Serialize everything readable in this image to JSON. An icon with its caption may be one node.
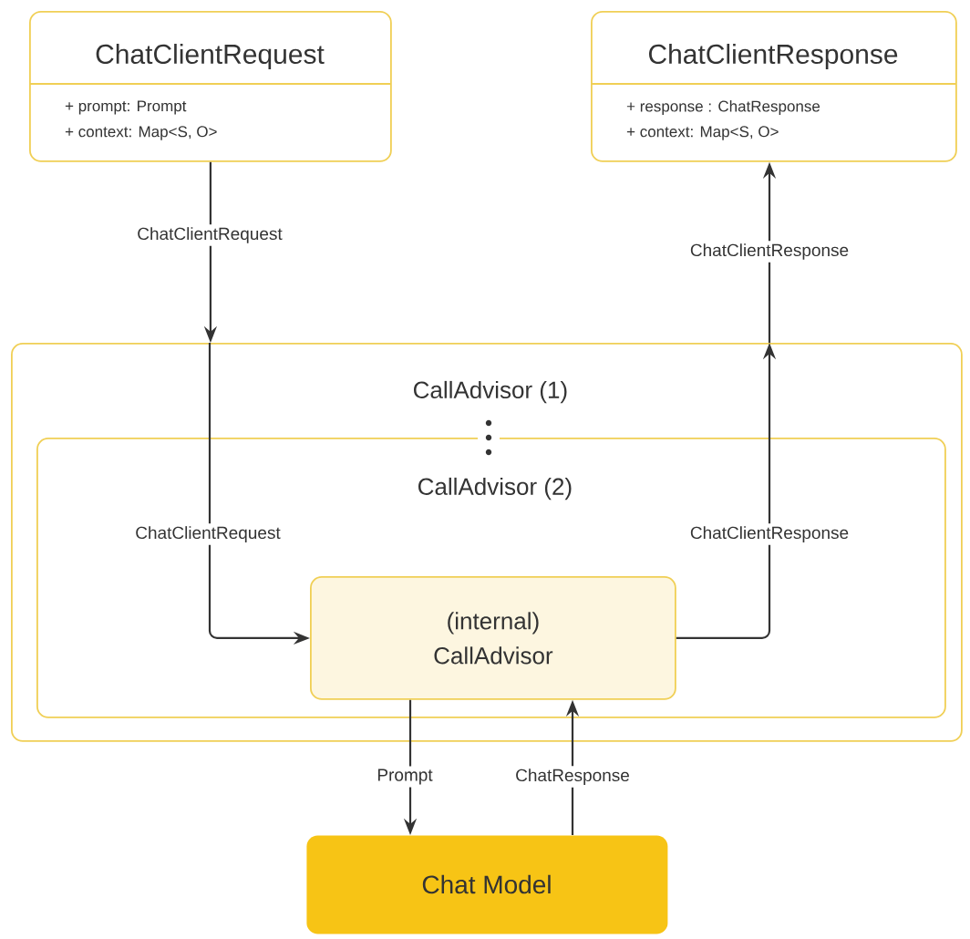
{
  "diagram": {
    "nodes": [
      {
        "text": [
          "ChatClientRequest",
          "+ prompt: Prompt",
          "+ context: Map<S, O>"
        ]
      },
      {
        "text": [
          "ChatClientResponse",
          "+ response : ChatResponse",
          "+ context: Map<S, O>"
        ]
      },
      {
        "text": [
          "CallAdvisor (1)"
        ]
      },
      {
        "text": [
          "CallAdvisor (2)"
        ],
        "in": 2
      },
      {
        "text": [
          "(internal) CallAdvisor"
        ],
        "in": 3
      },
      {
        "text": [
          "Chat Model"
        ]
      }
    ],
    "edges": [
      {
        "from": 0,
        "to": 2,
        "arrow": "to",
        "label": "ChatClientRequest"
      },
      {
        "from": 2,
        "to": 4,
        "arrow": "to",
        "label": "ChatClientRequest"
      },
      {
        "from": 4,
        "to": 2,
        "arrow": "to",
        "label": "ChatClientResponse"
      },
      {
        "from": 2,
        "to": 1,
        "arrow": "to",
        "label": "ChatClientResponse"
      },
      {
        "from": 4,
        "to": 5,
        "arrow": "to",
        "label": "Prompt"
      },
      {
        "from": 5,
        "to": 4,
        "arrow": "to",
        "label": "ChatResponse"
      }
    ]
  }
}
